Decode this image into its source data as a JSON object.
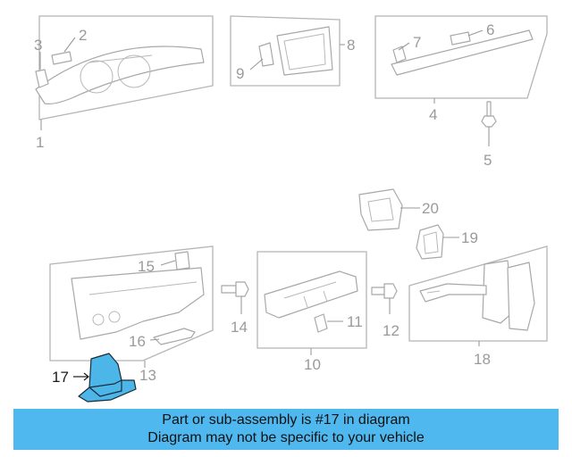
{
  "callouts": {
    "c1": "1",
    "c2": "2",
    "c3": "3",
    "c4": "4",
    "c5": "5",
    "c6": "6",
    "c7": "7",
    "c8": "8",
    "c9": "9",
    "c10": "10",
    "c11": "11",
    "c12": "12",
    "c13": "13",
    "c14": "14",
    "c15": "15",
    "c16": "16",
    "c17": "17",
    "c18": "18",
    "c19": "19",
    "c20": "20"
  },
  "highlight": {
    "part_number": "17",
    "color": "#4fb8ef"
  },
  "banner": {
    "line1": "Part or sub-assembly is #17 in diagram",
    "line2": "Diagram may not be specific to your vehicle"
  }
}
